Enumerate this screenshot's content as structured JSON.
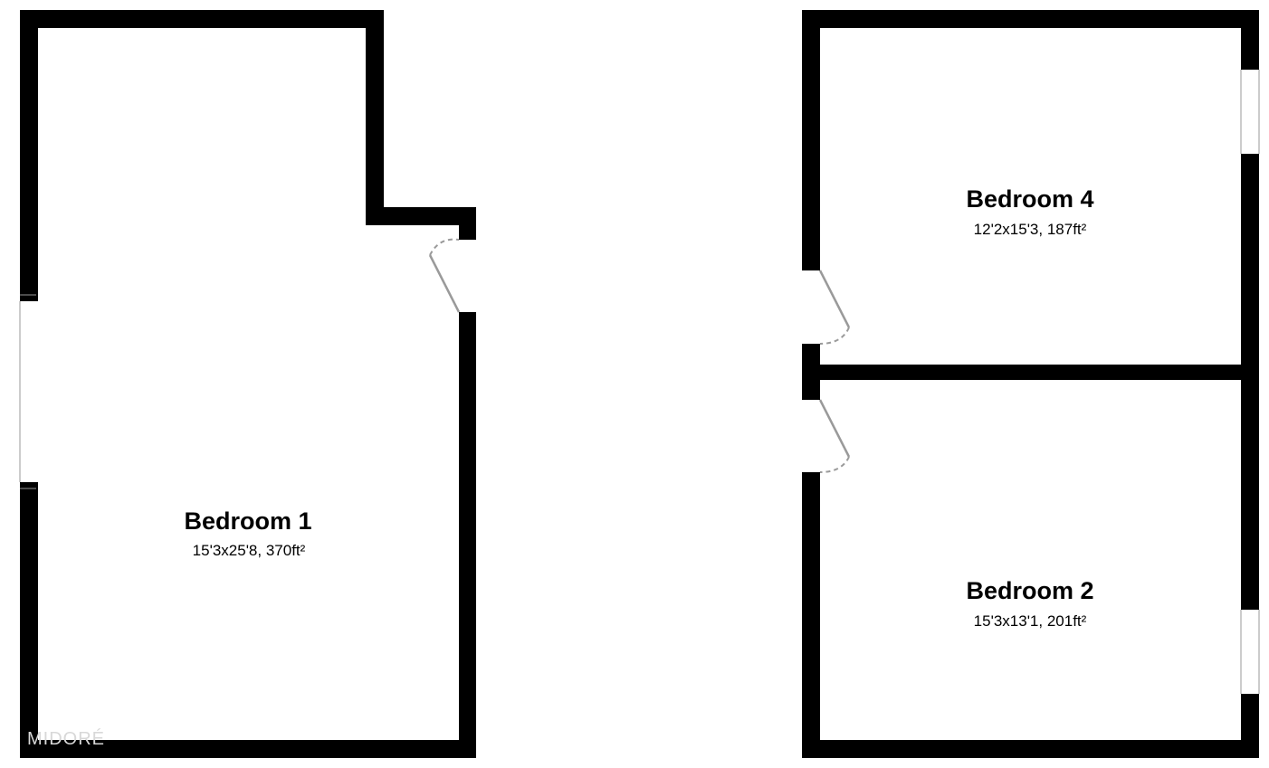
{
  "rooms": [
    {
      "id": "bedroom-1",
      "name": "Bedroom 1",
      "dimensions": "15'3x25'8, 370ft²"
    },
    {
      "id": "bedroom-4",
      "name": "Bedroom 4",
      "dimensions": "12'2x15'3, 187ft²"
    },
    {
      "id": "bedroom-2",
      "name": "Bedroom 2",
      "dimensions": "15'3x13'1, 201ft²"
    }
  ],
  "watermark": "MIDORÉ",
  "colors": {
    "wall": "#000000",
    "door": "#9a9a9a",
    "background": "#ffffff"
  }
}
